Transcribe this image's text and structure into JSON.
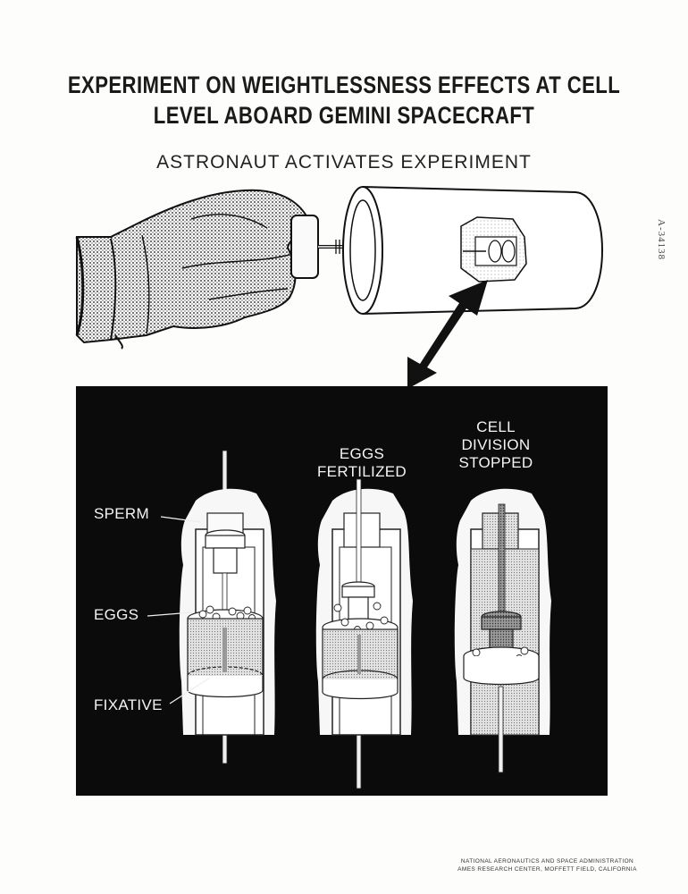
{
  "title": {
    "line1": "EXPERIMENT ON WEIGHTLESSNESS EFFECTS AT CELL",
    "line2": "LEVEL ABOARD GEMINI SPACECRAFT"
  },
  "subtitle": "ASTRONAUT ACTIVATES EXPERIMENT",
  "side_code": "A-34138",
  "panel": {
    "labels": {
      "sperm": "SPERM",
      "eggs": "EGGS",
      "fixative": "FIXATIVE"
    },
    "stages": [
      {
        "id": "initial",
        "caption_lines": []
      },
      {
        "id": "fertilized",
        "caption_lines": [
          "EGGS",
          "FERTILIZED"
        ]
      },
      {
        "id": "stopped",
        "caption_lines": [
          "CELL",
          "DIVISION",
          "STOPPED"
        ]
      }
    ]
  },
  "footer": {
    "line1": "NATIONAL AERONAUTICS AND SPACE ADMINISTRATION",
    "line2": "AMES RESEARCH CENTER, MOFFETT FIELD, CALIFORNIA"
  },
  "colors": {
    "ink": "#141414",
    "paper": "#fdfdfb",
    "panel_bg": "#0b0b0b",
    "stipple": "#bdbdbd"
  }
}
